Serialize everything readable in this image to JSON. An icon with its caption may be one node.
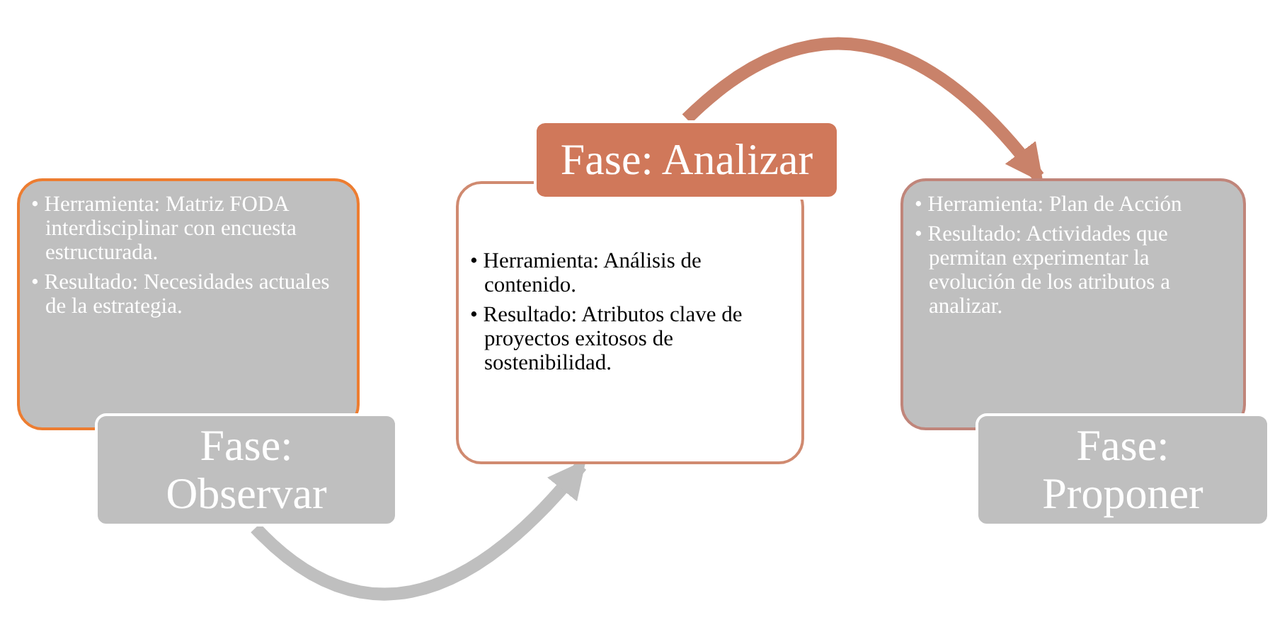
{
  "diagram": {
    "nodes": [
      {
        "text": [
          "• Herramienta: Matriz FODA interdisciplinar con encuesta estructurada.",
          "• Resultado: Necesidades actuales de la estrategia."
        ]
      },
      {
        "text": [
          "Fase: Observar"
        ]
      },
      {
        "text": [
          "Fase: Analizar"
        ]
      },
      {
        "text": [
          "• Herramienta: Análisis de contenido.",
          "• Resultado: Atributos clave de proyectos exitosos de sostenibilidad."
        ]
      },
      {
        "text": [
          "• Herramienta: Plan de Acción",
          "• Resultado: Actividades que permitan experimentar la evolución de los atributos a analizar."
        ]
      },
      {
        "text": [
          "Fase: Proponer"
        ]
      }
    ],
    "edges": [
      {
        "from": 1,
        "to": 3,
        "arrow": "to",
        "color": "#bfbfbf"
      },
      {
        "from": 2,
        "to": 4,
        "arrow": "to",
        "color": "#c9826a"
      }
    ]
  }
}
